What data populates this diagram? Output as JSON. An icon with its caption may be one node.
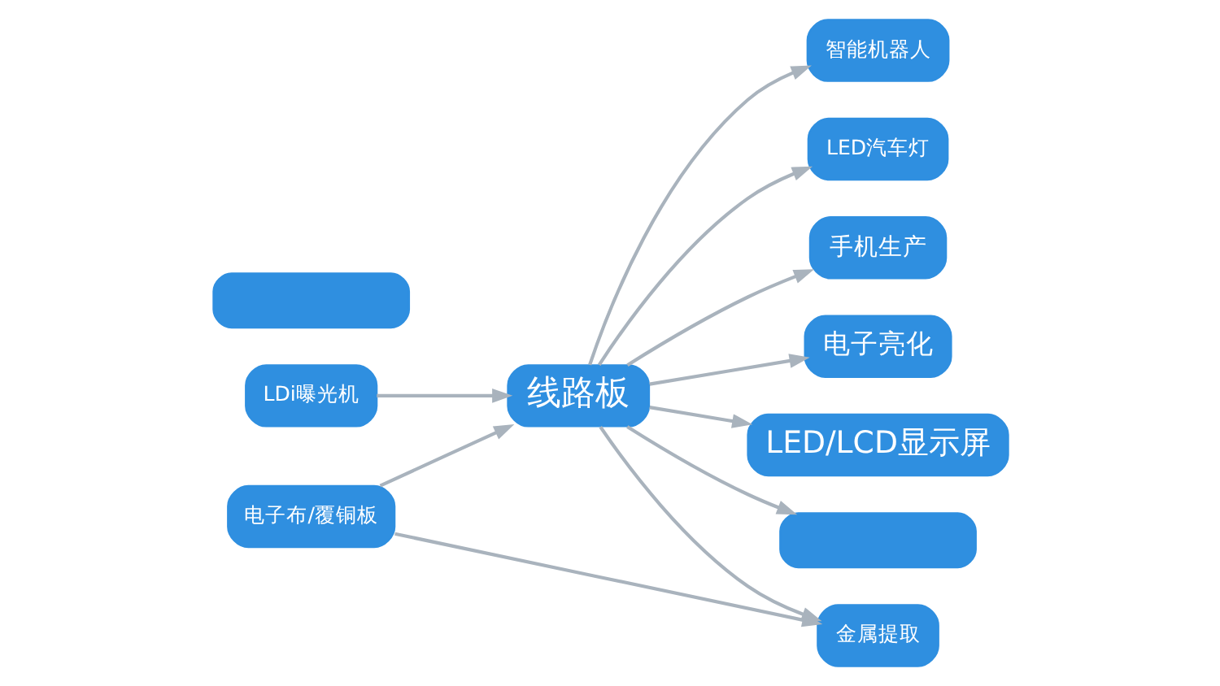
{
  "diagram": {
    "nodes": [
      {
        "text": [
          "线路板"
        ]
      },
      {
        "text": [
          "智能机器人"
        ]
      },
      {
        "text": [
          "LED汽车灯"
        ]
      },
      {
        "text": [
          "手机生产"
        ]
      },
      {
        "text": [
          "电子亮化"
        ]
      },
      {
        "text": [],
        "shape": "box"
      },
      {
        "text": [
          "电子布/覆铜板"
        ]
      },
      {
        "text": [
          "金属提取"
        ]
      },
      {
        "text": [
          "LDi曝光机"
        ]
      },
      {
        "text": [
          "LED/LCD显示屏"
        ]
      },
      {
        "text": [],
        "shape": "box"
      }
    ],
    "edges": [
      {
        "from": 0,
        "to": 1,
        "arrow": "to"
      },
      {
        "from": 0,
        "to": 2,
        "arrow": "to"
      },
      {
        "from": 0,
        "to": 3,
        "arrow": "to"
      },
      {
        "from": 0,
        "to": 4,
        "arrow": "to"
      },
      {
        "from": 0,
        "to": 10,
        "arrow": "to"
      },
      {
        "from": 6,
        "to": 0,
        "arrow": "to"
      },
      {
        "from": 6,
        "to": 7,
        "arrow": "to"
      },
      {
        "from": 0,
        "to": 7,
        "arrow": "to"
      },
      {
        "from": 8,
        "to": 0,
        "arrow": "to"
      },
      {
        "from": 0,
        "to": 9,
        "arrow": "to"
      }
    ]
  }
}
